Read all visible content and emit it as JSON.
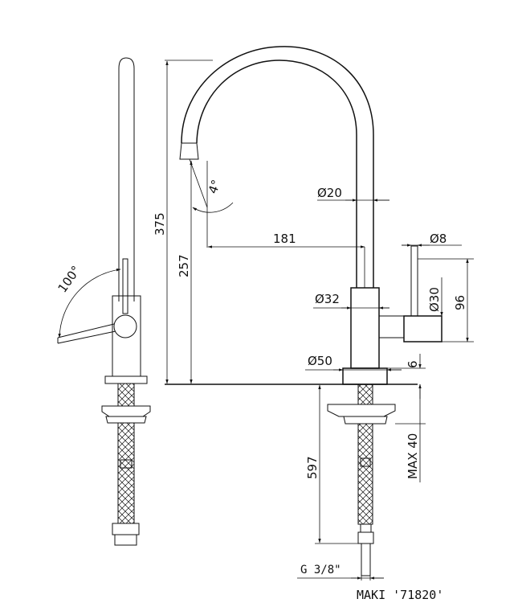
{
  "labels": {
    "angle_handle": "100°",
    "angle_spout": "4°",
    "height_total": "375",
    "height_outlet": "257",
    "reach": "181",
    "dia_spout": "Ø20",
    "dia_handle": "Ø8",
    "dia_body": "Ø32",
    "dia_lever": "Ø30",
    "lever_height": "96",
    "dia_base": "Ø50",
    "base_thickness": "6",
    "deck_max": "MAX 40",
    "hose_length": "597",
    "thread": "G 3/8\"",
    "model": "MAKI '71820'"
  }
}
